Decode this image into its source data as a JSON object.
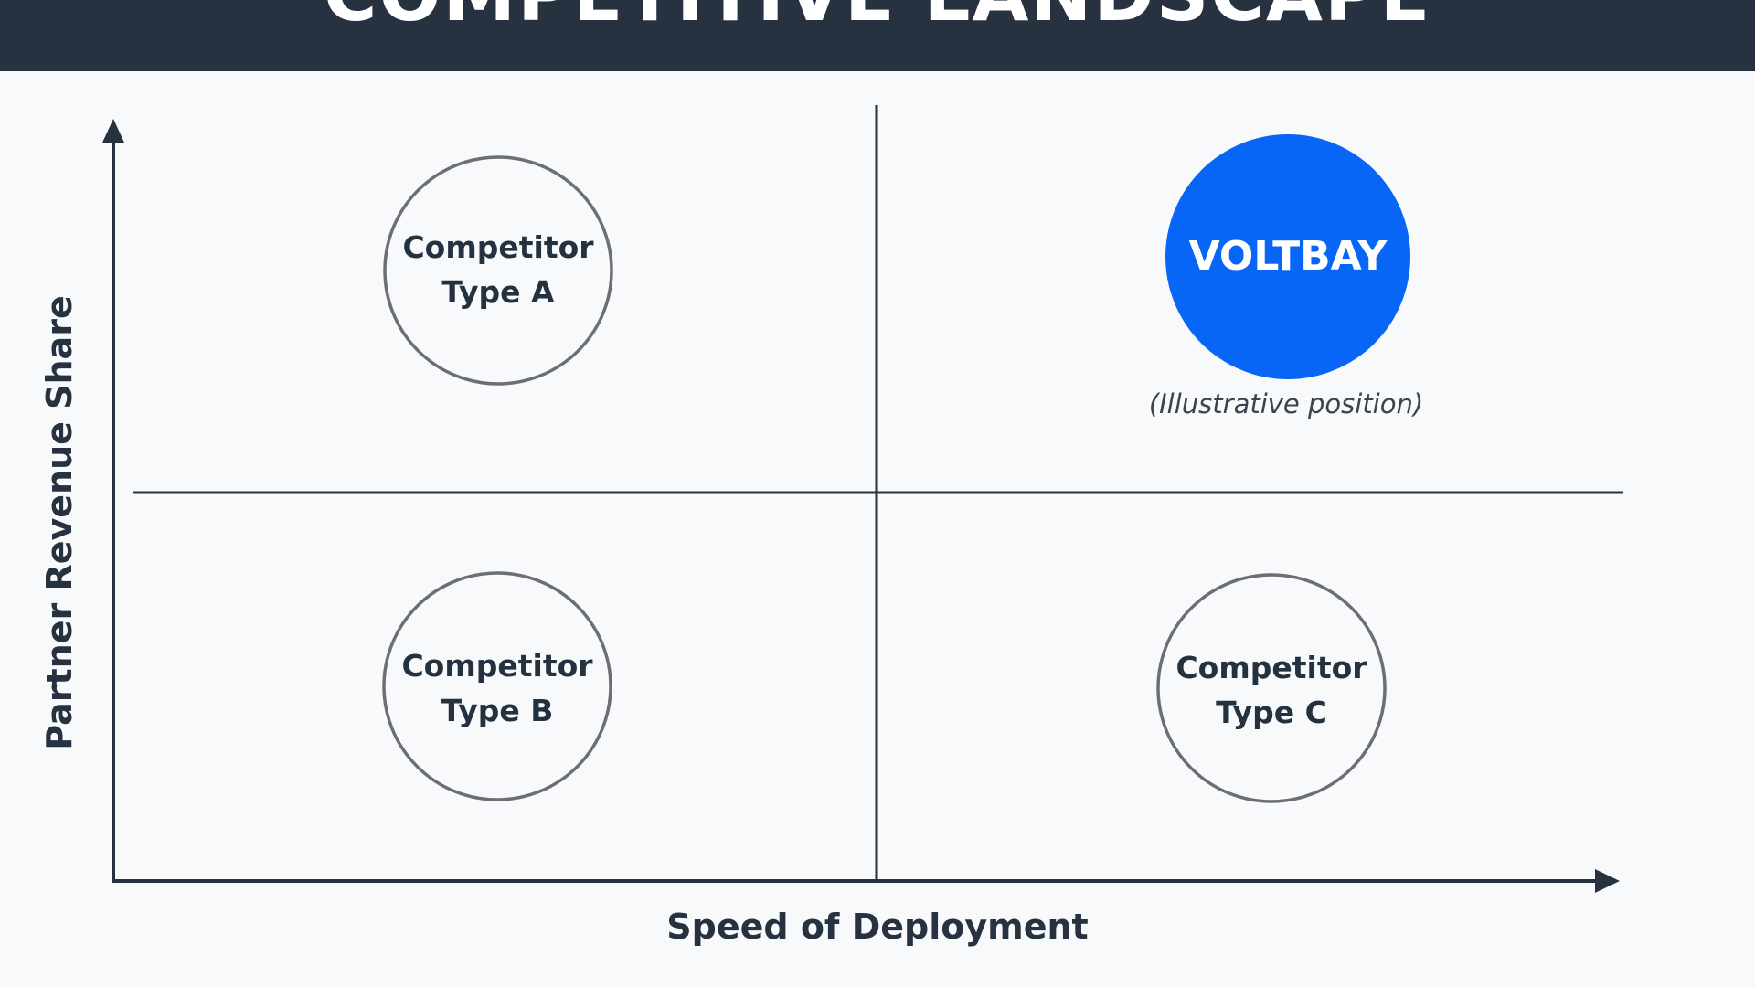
{
  "title": "COMPETITIVE LANDSCAPE",
  "axes": {
    "x_label": "Speed of Deployment",
    "y_label": "Partner Revenue Share"
  },
  "nodes": {
    "competitor_a": {
      "line1": "Competitor",
      "line2": "Type A",
      "quadrant": "top-left"
    },
    "competitor_b": {
      "line1": "Competitor",
      "line2": "Type B",
      "quadrant": "bottom-left"
    },
    "competitor_c": {
      "line1": "Competitor",
      "line2": "Type C",
      "quadrant": "bottom-right"
    },
    "voltbay": {
      "label": "VOLTBAY",
      "note": "(Illustrative position)",
      "quadrant": "top-right"
    }
  },
  "colors": {
    "banner": "#263240",
    "highlight": "#0866f6",
    "outline": "#6b6f74",
    "text": "#243240",
    "background": "#f8f9fa"
  }
}
